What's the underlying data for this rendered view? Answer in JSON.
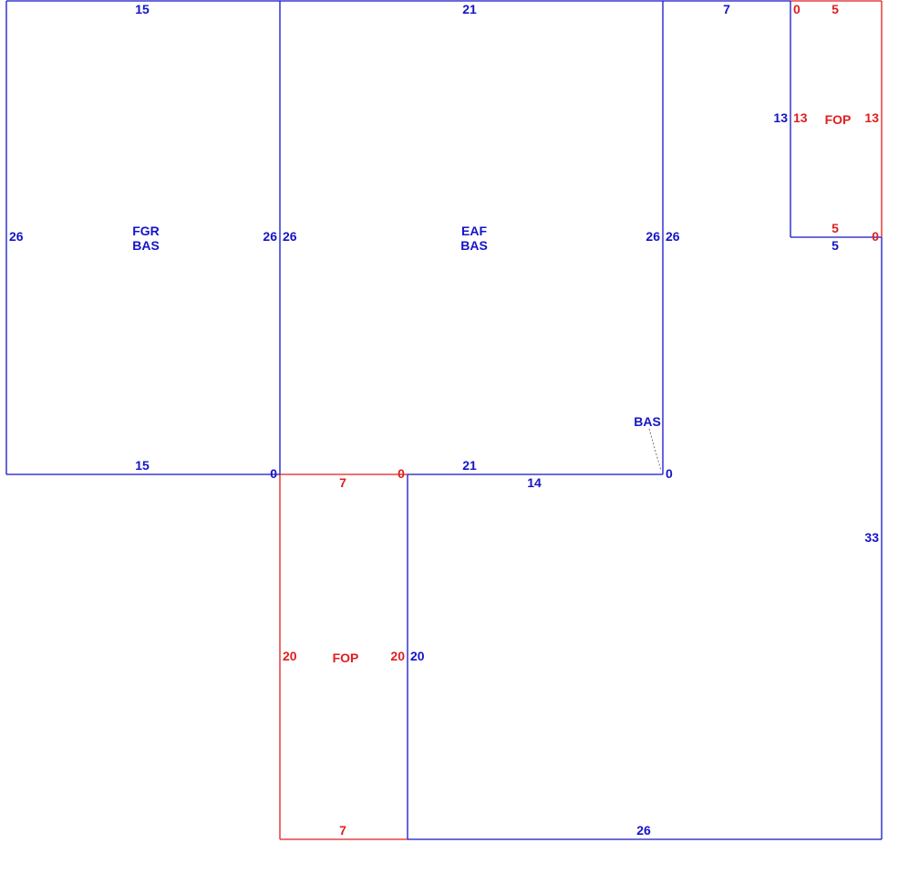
{
  "colors": {
    "main": "#1414c8",
    "porch": "#e01e1e",
    "leader": "#555555"
  },
  "areas": {
    "fgr": {
      "line1": "FGR",
      "line2": "BAS"
    },
    "eaf": {
      "line1": "EAF",
      "line2": "BAS"
    },
    "bas": {
      "line1": "BAS"
    },
    "fop_top": {
      "line1": "FOP"
    },
    "fop_bottom": {
      "line1": "FOP"
    }
  },
  "dims": {
    "fgr_top": "15",
    "fgr_bottom": "15",
    "fgr_left": "26",
    "fgr_right": "26",
    "eaf_top": "21",
    "eaf_bottom": "21",
    "eaf_left": "26",
    "eaf_right": "26",
    "eaf_corner_bl": "0",
    "top_right_seg": "7",
    "right_outer_26": "26",
    "corner_bottom_mid": "0",
    "fop_top_top": "5",
    "fop_top_left_outer": "13",
    "fop_top_left": "13",
    "fop_top_right": "13",
    "fop_top_bottom": "5",
    "fop_top_corner_tl": "0",
    "fop_top_corner_br": "0",
    "main_bottom_right": "5",
    "lower_top": "14",
    "lower_right": "33",
    "lower_bottom": "26",
    "lower_left": "20",
    "fop_bot_top": "7",
    "fop_bot_corner": "0",
    "fop_bot_left": "20",
    "fop_bot_right": "20",
    "fop_bot_bottom": "7"
  }
}
